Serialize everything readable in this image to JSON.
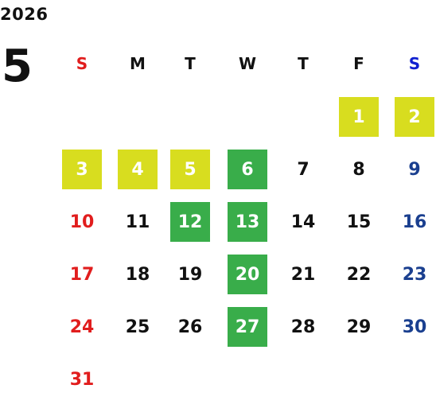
{
  "calendar": {
    "year": "2026",
    "month": "5",
    "weekday_headers": [
      "S",
      "M",
      "T",
      "W",
      "T",
      "F",
      "S"
    ],
    "weeks": [
      [
        "",
        "",
        "",
        "",
        "",
        "1",
        "2"
      ],
      [
        "3",
        "4",
        "5",
        "6",
        "7",
        "8",
        "9"
      ],
      [
        "10",
        "11",
        "12",
        "13",
        "14",
        "15",
        "16"
      ],
      [
        "17",
        "18",
        "19",
        "20",
        "21",
        "22",
        "23"
      ],
      [
        "24",
        "25",
        "26",
        "27",
        "28",
        "29",
        "30"
      ],
      [
        "31",
        "",
        "",
        "",
        "",
        "",
        ""
      ]
    ],
    "highlight_legend": {
      "yellow_days": [
        "1",
        "2",
        "3",
        "4",
        "5"
      ],
      "green_days": [
        "6",
        "12",
        "13",
        "20",
        "27"
      ]
    },
    "colors": {
      "sunday": "#e11d1d",
      "saturday_header": "#1020d0",
      "saturday": "#1a3f8f",
      "yellow_highlight": "#d8dd1f",
      "green_highlight": "#39ad4a"
    }
  }
}
